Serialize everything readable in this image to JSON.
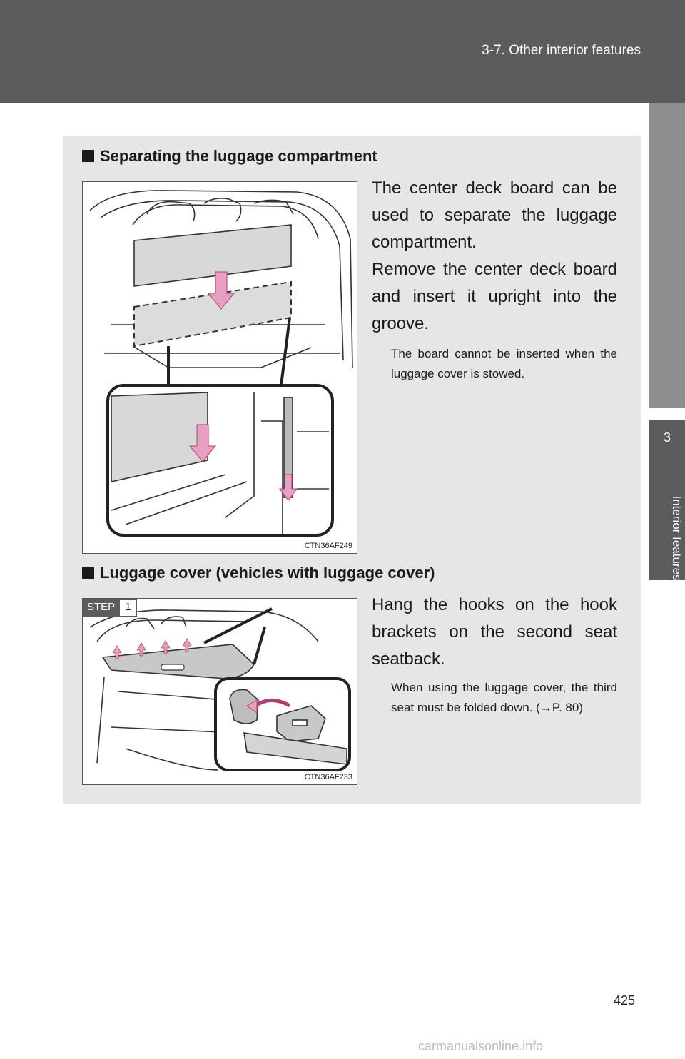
{
  "header": {
    "section": "3-7. Other interior features"
  },
  "side_tab": {
    "chapter_number": "3",
    "chapter_title": "Interior features"
  },
  "section1": {
    "heading": "Separating the luggage compartment",
    "paragraph1": "The center deck board can be used to separate the luggage compartment.",
    "paragraph2": "Remove the center deck board and insert it upright into the groove.",
    "note": "The board cannot be inserted when the luggage cover is stowed.",
    "figure_code": "CTN36AF249"
  },
  "section2": {
    "heading": "Luggage cover (vehicles with luggage cover)",
    "step_label": "STEP",
    "step_number": "1",
    "paragraph1": "Hang the hooks on the hook brackets on the second seat seatback.",
    "note": "When using the luggage cover, the third seat must be folded down. (→P. 80)",
    "figure_code": "CTN36AF233"
  },
  "page_number": "425",
  "footer": "carmanualsonline.info",
  "colors": {
    "header": "#5c5c5c",
    "panel": "#e6e6e6",
    "arrow": "#e8a0c0"
  }
}
